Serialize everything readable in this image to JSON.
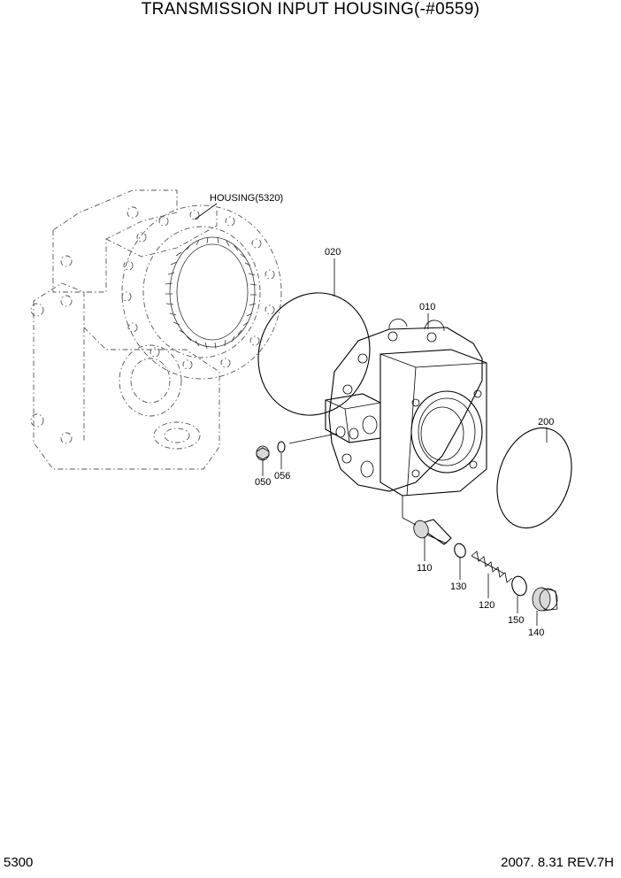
{
  "title": "TRANSMISSION INPUT HOUSING(-#0559)",
  "footer": {
    "page_number": "5300",
    "date_revision": "2007. 8.31  REV.7H"
  },
  "callouts": {
    "housing_ref": "HOUSING(5320)",
    "p010": "010",
    "p020": "020",
    "p050": "050",
    "p056": "056",
    "p110": "110",
    "p120": "120",
    "p130": "130",
    "p140": "140",
    "p150": "150",
    "p200": "200"
  }
}
